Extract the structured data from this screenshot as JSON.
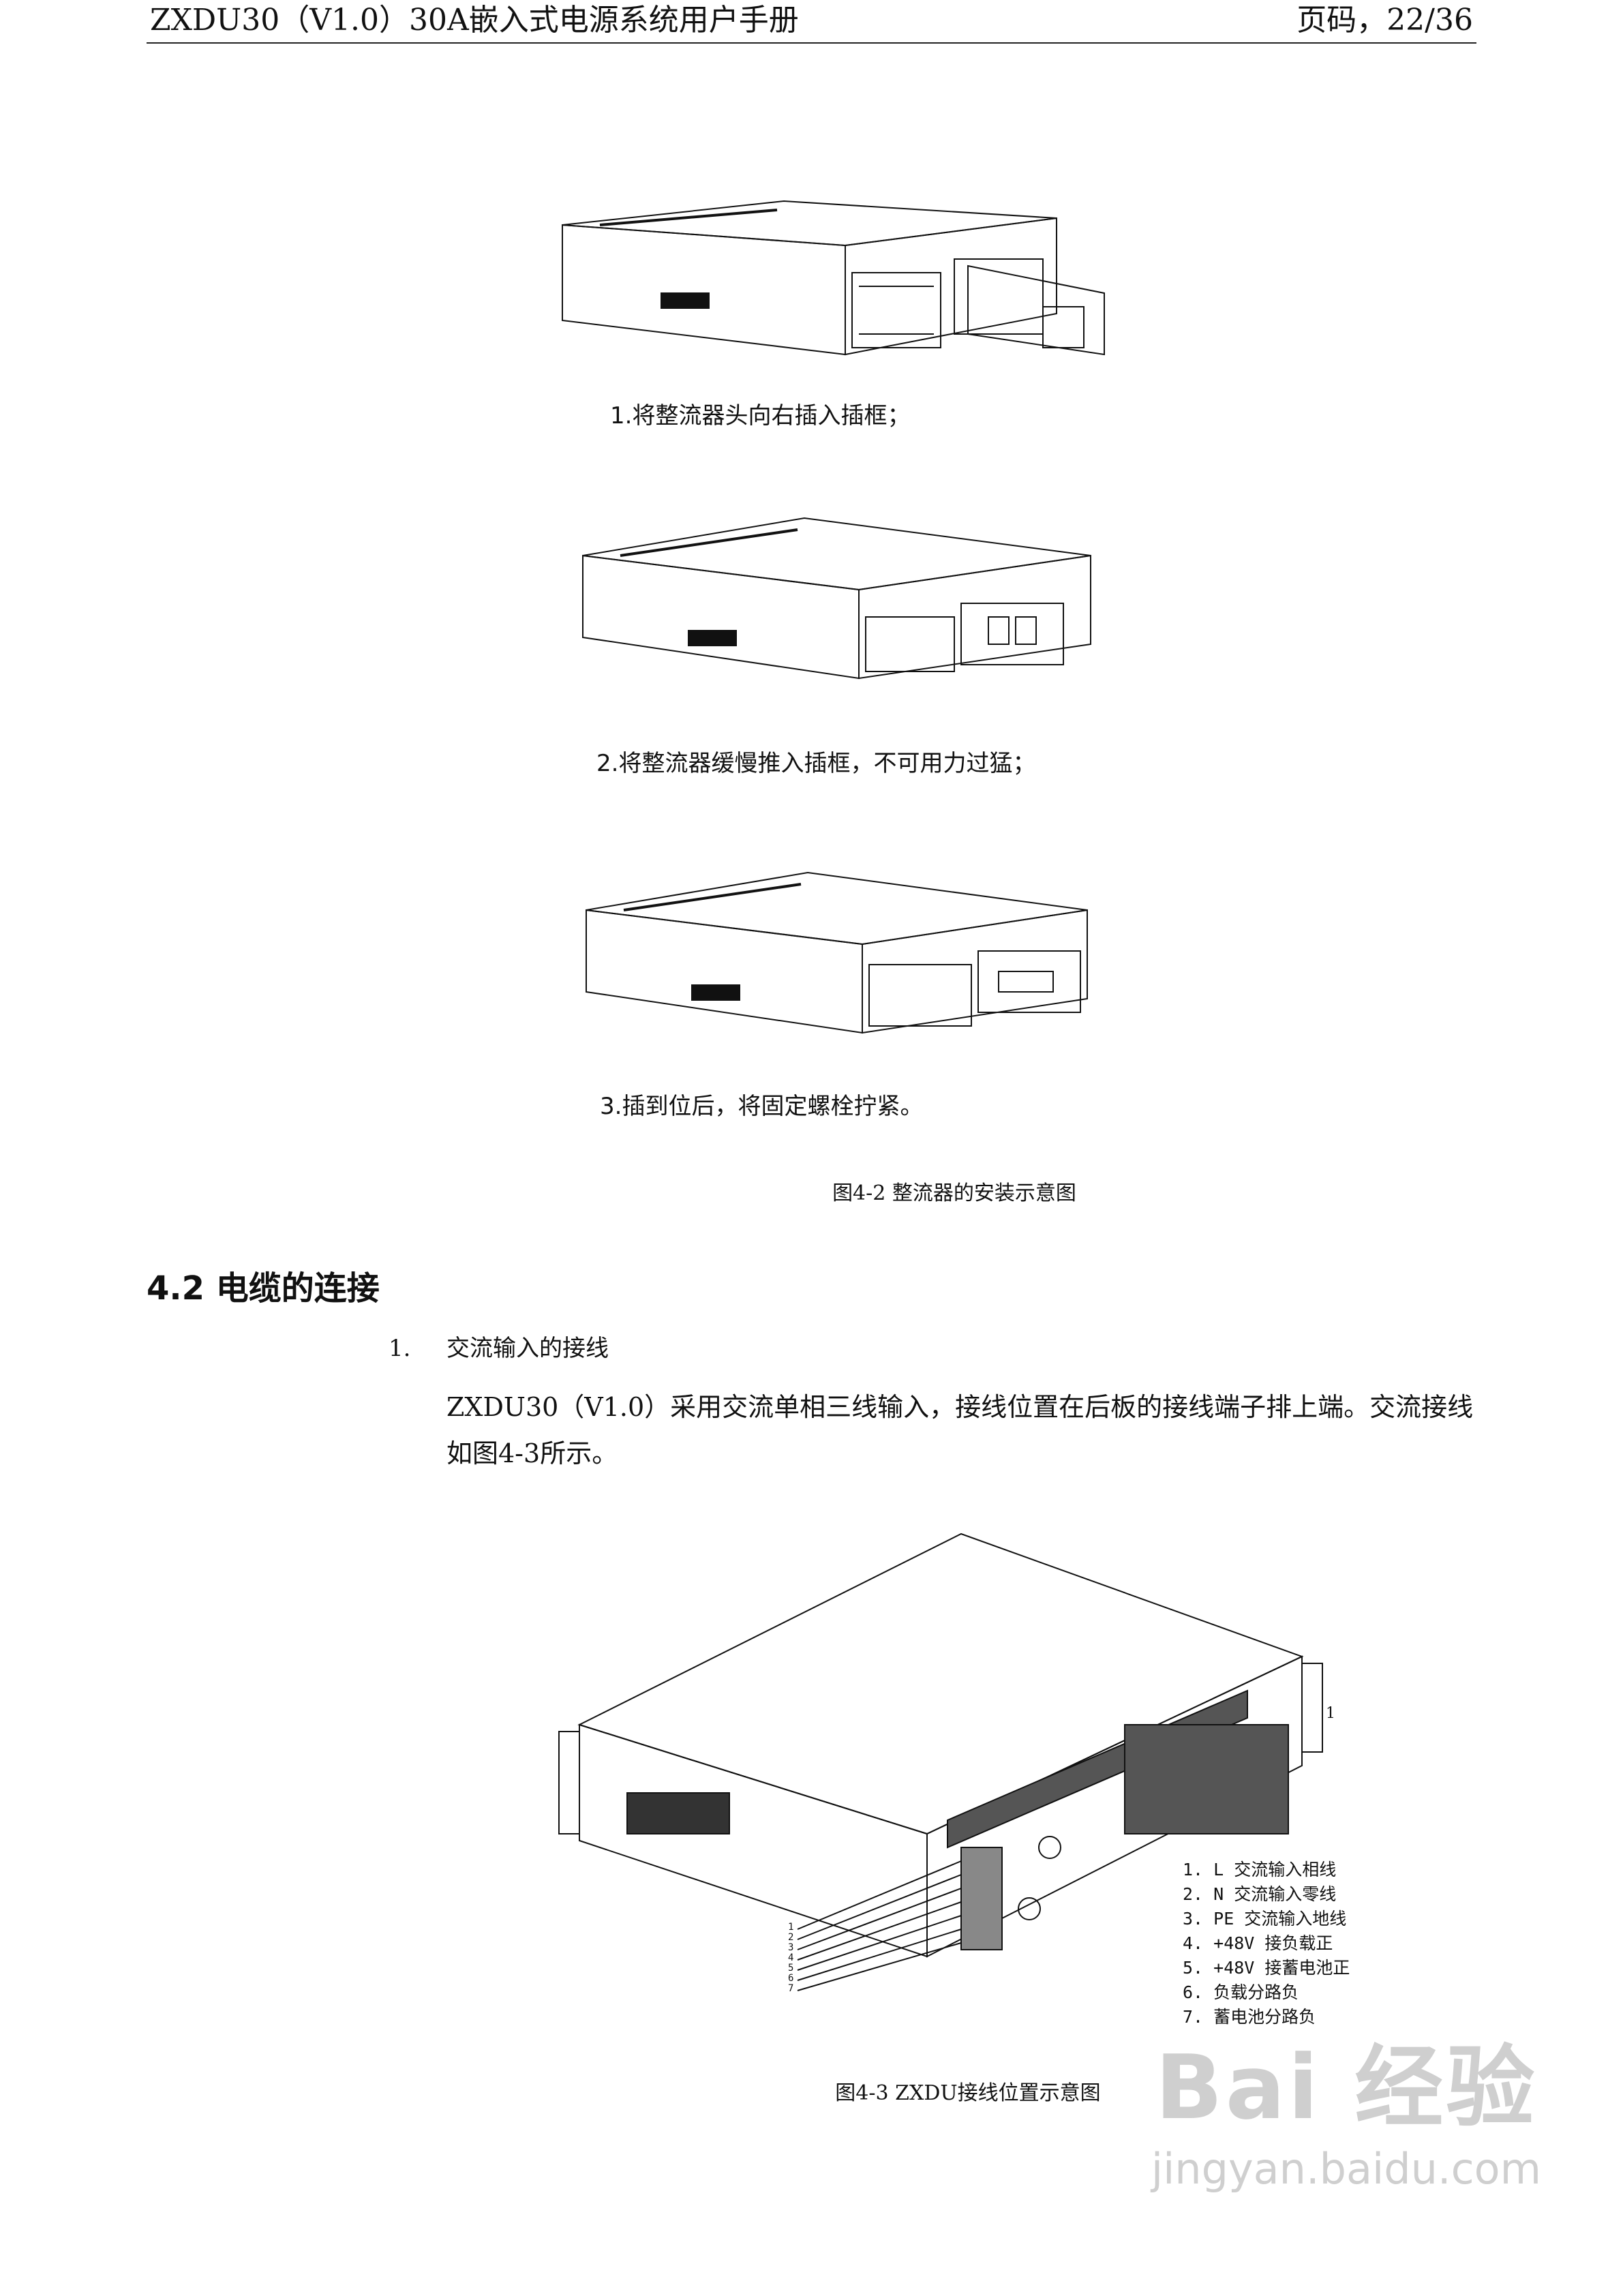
{
  "header": {
    "title": "ZXDU30（V1.0）30A嵌入式电源系统用户手册",
    "page": "页码，22/36"
  },
  "figure_4_2": {
    "step1": "1.将整流器头向右插入插框；",
    "step2": "2.将整流器缓慢推入插框，不可用力过猛；",
    "step3": "3.插到位后，将固定螺栓拧紧。",
    "caption": "图4-2  整流器的安装示意图"
  },
  "section": {
    "heading": "4.2  电缆的连接",
    "item_number": "1.",
    "item_label": "交流输入的接线",
    "paragraph": "ZXDU30（V1.0）采用交流单相三线输入，接线位置在后板的接线端子排上端。交流接线如图4-3所示。"
  },
  "figure_4_3": {
    "callouts": [
      "1",
      "2",
      "3",
      "4",
      "5",
      "6",
      "7"
    ],
    "legend": [
      "1. L 交流输入相线",
      "2. N 交流输入零线",
      "3. PE 交流输入地线",
      "4. +48V 接负载正",
      "5. +48V 接蓄电池正",
      "6. 负载分路负",
      "7. 蓄电池分路负"
    ],
    "caption": "图4-3  ZXDU接线位置示意图"
  },
  "watermark": {
    "logo": "Bai 经验",
    "url": "jingyan.baidu.com"
  }
}
